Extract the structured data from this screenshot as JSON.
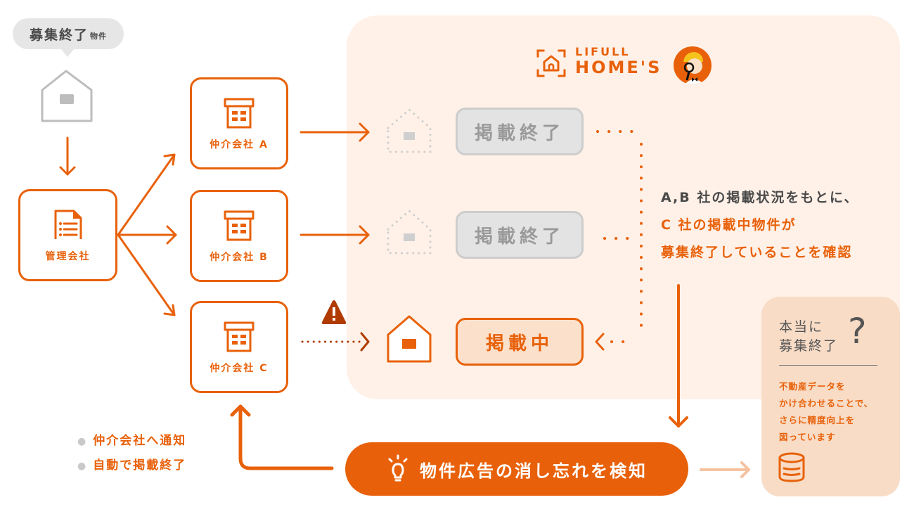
{
  "colors": {
    "accent": "#e8610a",
    "panel_bg": "#fff1e8",
    "card_bg": "#f8dcc6",
    "ended_gray": "#9a9a9a",
    "warning": "#b03a00"
  },
  "bubble": {
    "main": "募集終了",
    "suffix": "物件"
  },
  "logo": {
    "line1": "LIFULL",
    "line2": "HOME'S",
    "icon": "lifull-homes-logo-icon",
    "mascot": "detective-mascot-icon"
  },
  "management": {
    "label": "管理会社",
    "icon": "document-list-icon"
  },
  "brokers": [
    {
      "label": "仲介会社 A",
      "icon": "store-icon",
      "status": "掲載終了",
      "state": "ended"
    },
    {
      "label": "仲介会社 B",
      "icon": "store-icon",
      "status": "掲載終了",
      "state": "ended"
    },
    {
      "label": "仲介会社 C",
      "icon": "store-icon",
      "status": "掲載中",
      "state": "active"
    }
  ],
  "warning_icon": "warning-triangle-icon",
  "explanation": {
    "line1": "A,B 社の掲載状況をもとに、",
    "line2": "C 社の掲載中物件が",
    "line3": "募集終了していることを確認"
  },
  "detect": {
    "label": "物件広告の消し忘れを検知",
    "icon": "lightbulb-icon"
  },
  "actions": [
    "仲介会社へ通知",
    "自動で掲載終了"
  ],
  "side_card": {
    "title_line1": "本当に",
    "title_line2": "募集終了",
    "question_mark": "?",
    "body": [
      "不動産データを",
      "かけ合わせることで、",
      "さらに精度向上を",
      "図っています"
    ],
    "icon": "database-icon"
  }
}
